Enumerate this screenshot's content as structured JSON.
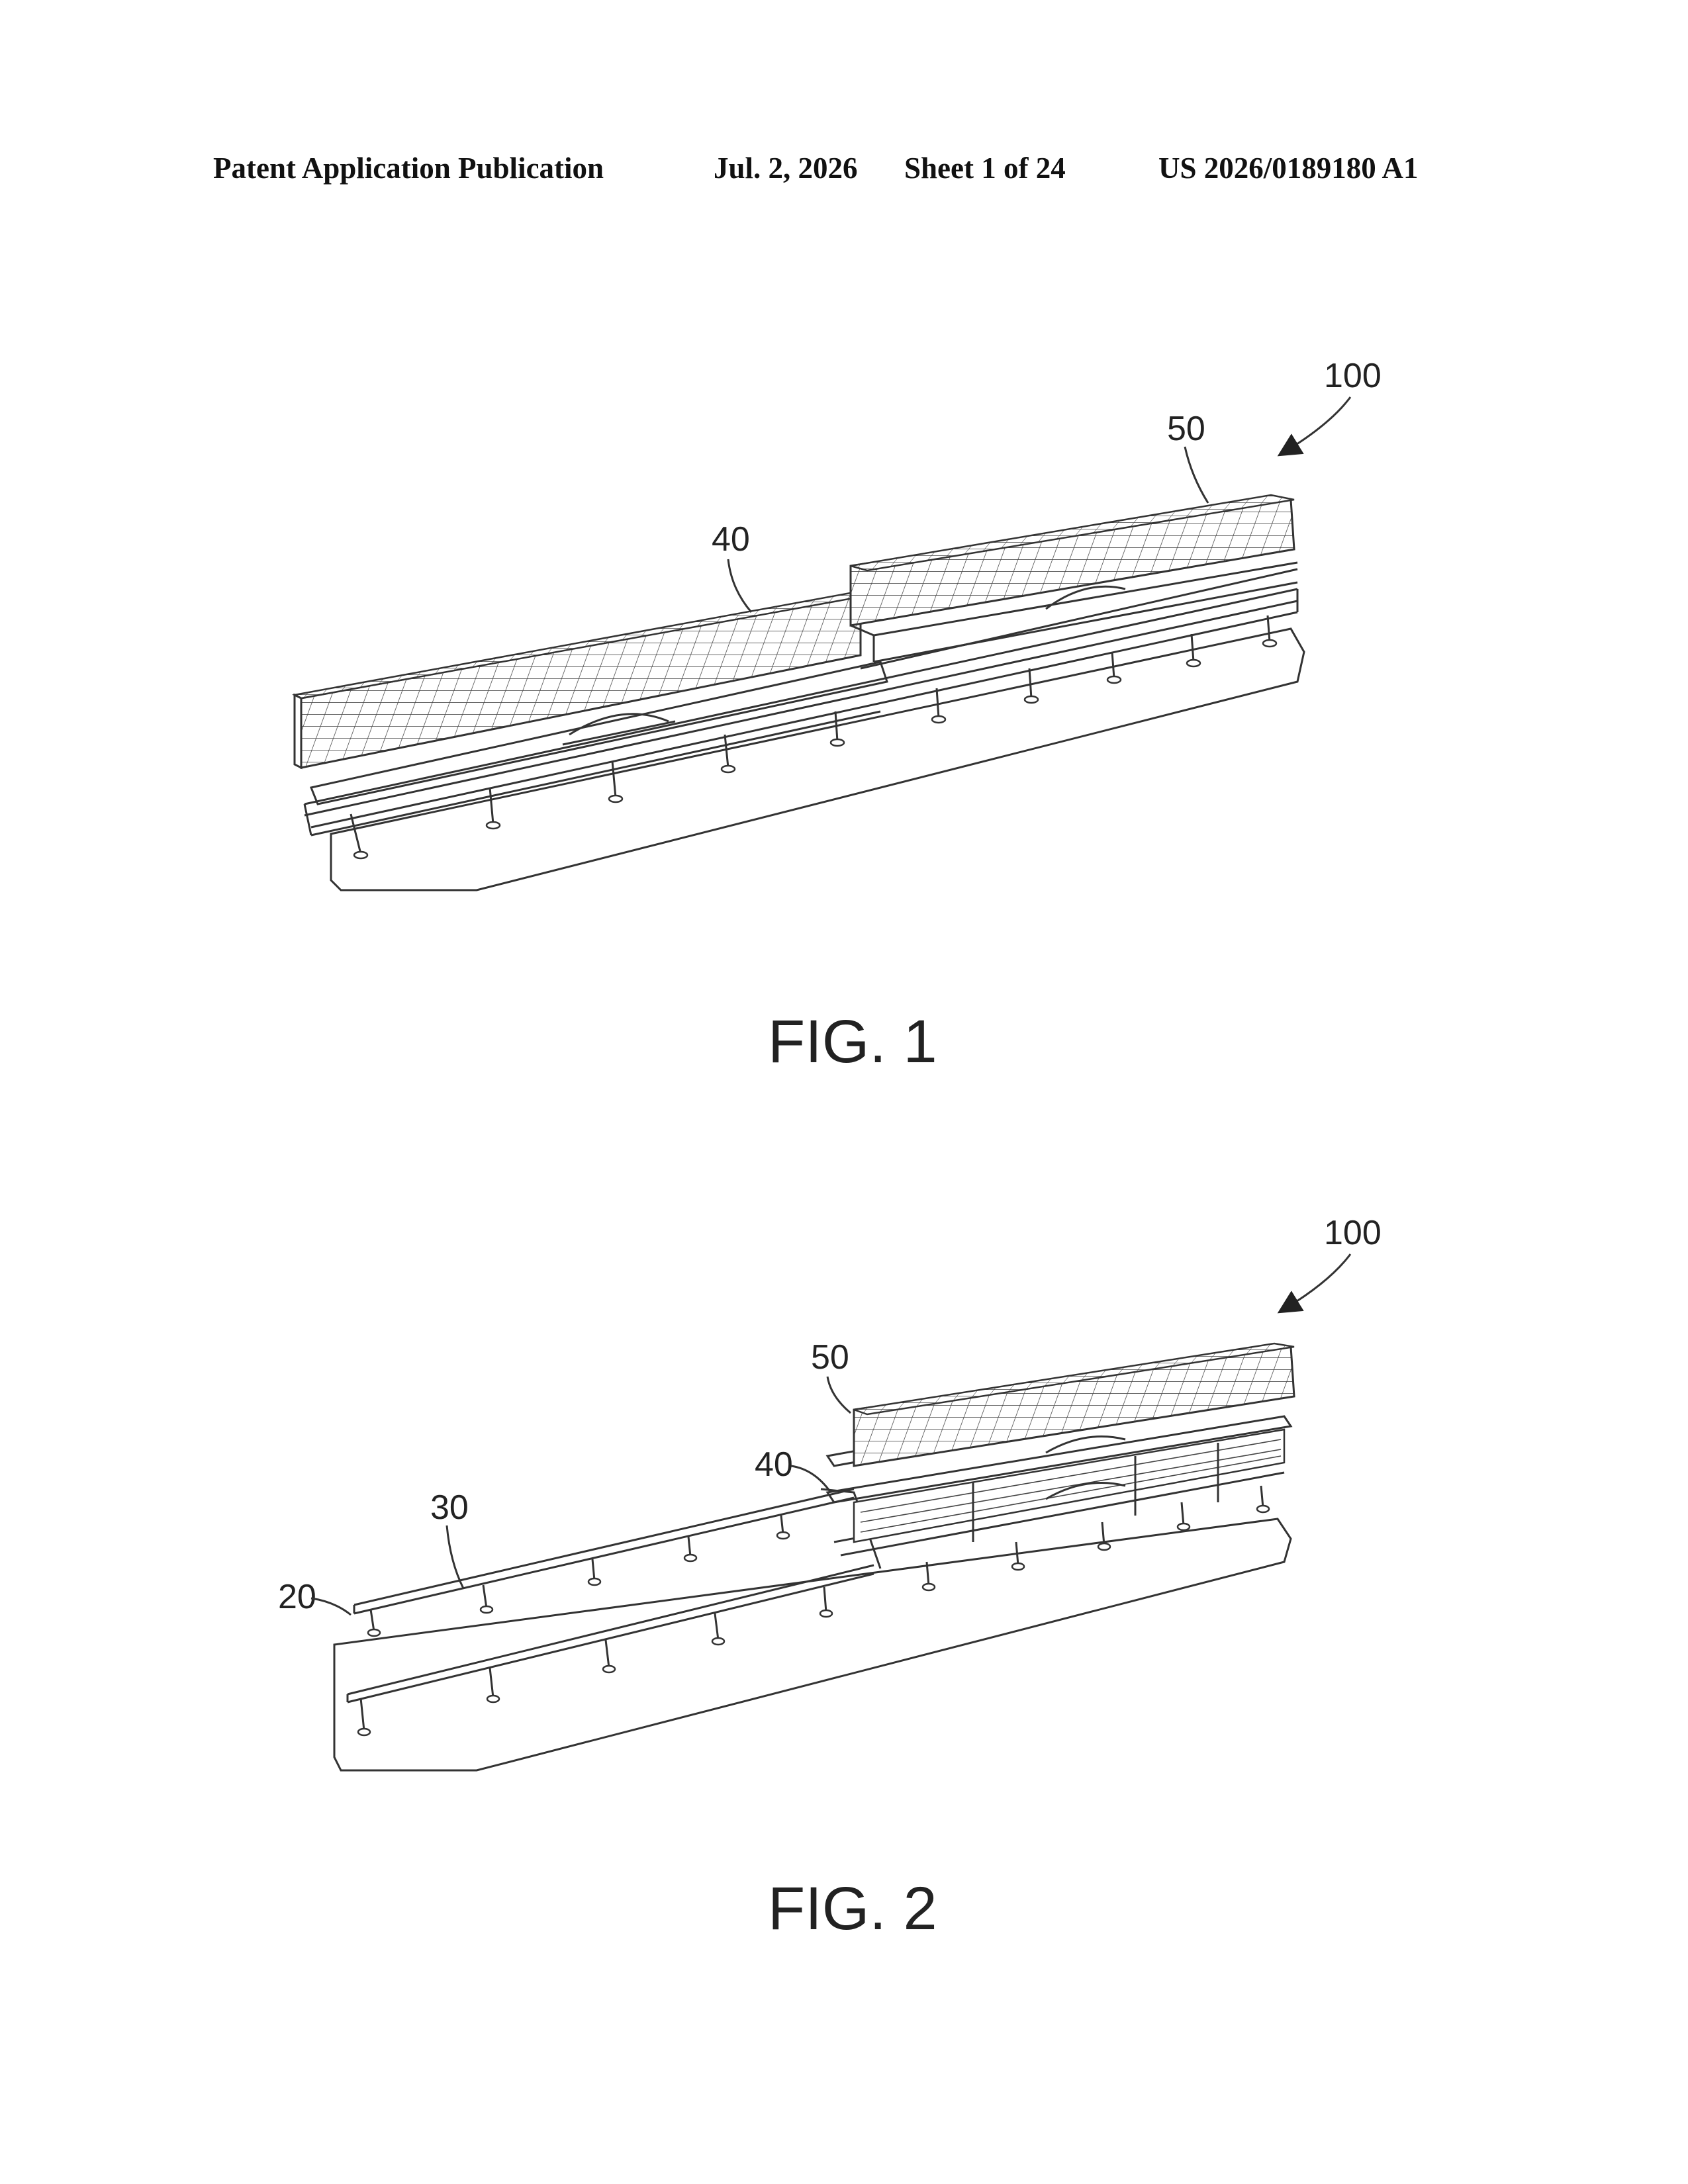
{
  "header": {
    "publication_label": "Patent Application Publication",
    "date": "Jul. 2, 2026",
    "sheet": "Sheet 1 of 24",
    "publication_number": "US 2026/0189180 A1"
  },
  "figures": [
    {
      "caption": "FIG. 1",
      "reference_labels": [
        "100",
        "50",
        "40"
      ]
    },
    {
      "caption": "FIG. 2",
      "reference_labels": [
        "100",
        "50",
        "40",
        "30",
        "20"
      ]
    }
  ]
}
